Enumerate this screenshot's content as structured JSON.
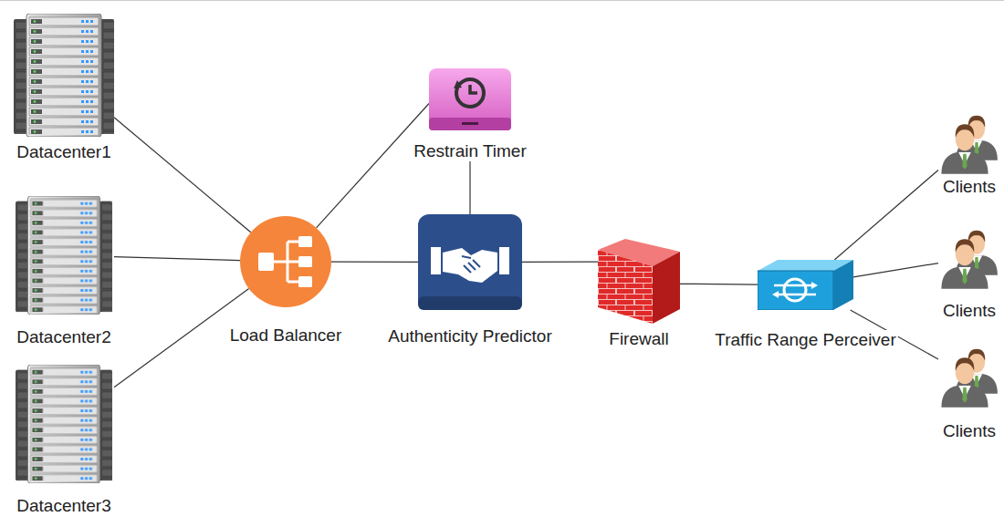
{
  "diagram": {
    "nodes": [
      {
        "text": [
          "Datacenter1"
        ]
      },
      {
        "text": [
          "Datacenter2"
        ]
      },
      {
        "text": [
          "Datacenter3"
        ]
      },
      {
        "text": [
          "Load Balancer"
        ]
      },
      {
        "text": [
          "Restrain Timer"
        ]
      },
      {
        "text": [
          "Authenticity Predictor"
        ]
      },
      {
        "text": [
          "Firewall"
        ]
      },
      {
        "text": [
          "Traffic Range Perceiver"
        ]
      },
      {
        "text": [
          "Clients"
        ]
      },
      {
        "text": [
          "Clients"
        ]
      },
      {
        "text": [
          "Clients"
        ]
      }
    ],
    "edges": [
      {
        "from": 0,
        "to": 3,
        "arrow": "none"
      },
      {
        "from": 1,
        "to": 3,
        "arrow": "none"
      },
      {
        "from": 2,
        "to": 3,
        "arrow": "none"
      },
      {
        "from": 3,
        "to": 4,
        "arrow": "none"
      },
      {
        "from": 3,
        "to": 5,
        "arrow": "none"
      },
      {
        "from": 4,
        "to": 5,
        "arrow": "none"
      },
      {
        "from": 5,
        "to": 6,
        "arrow": "none"
      },
      {
        "from": 6,
        "to": 7,
        "arrow": "none"
      },
      {
        "from": 7,
        "to": 8,
        "arrow": "none"
      },
      {
        "from": 7,
        "to": 9,
        "arrow": "none"
      },
      {
        "from": 7,
        "to": 10,
        "arrow": "none"
      }
    ]
  }
}
